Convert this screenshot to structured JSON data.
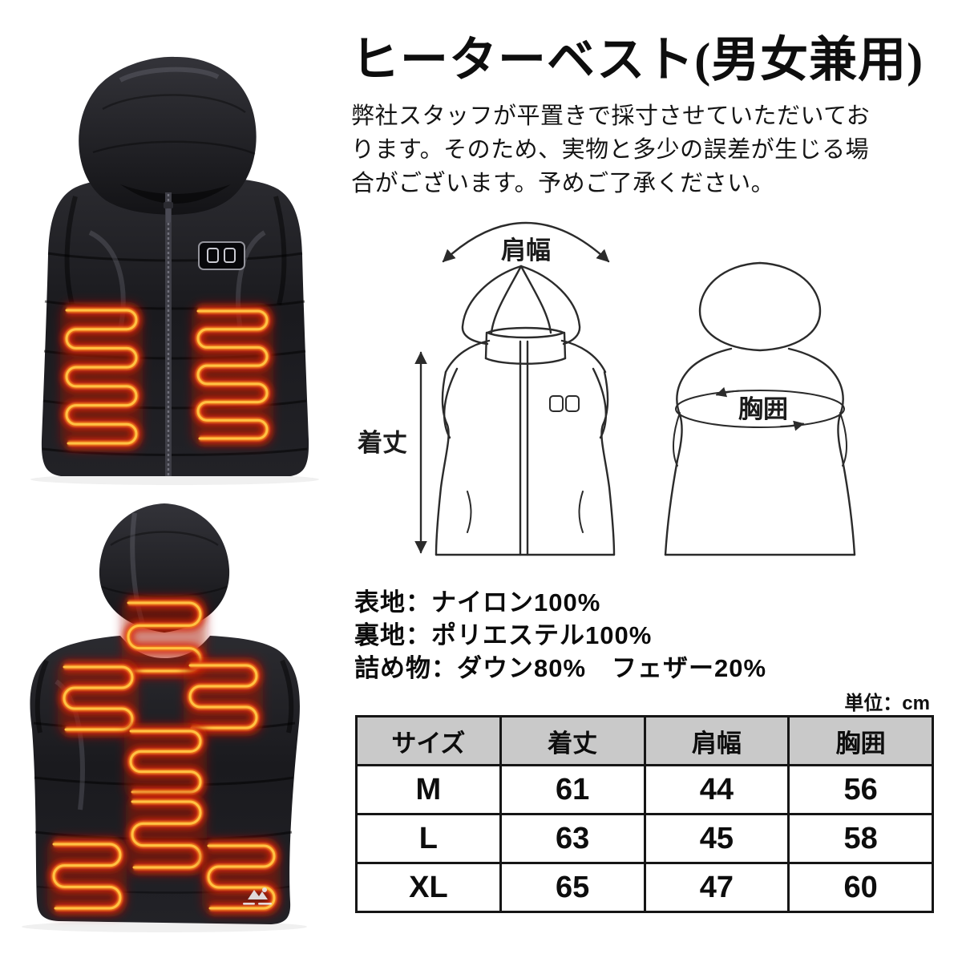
{
  "title": "ヒーターベスト(男女兼用)",
  "description": {
    "lines": [
      "弊社スタッフが平置きで採寸させていただいてお",
      "ります。そのため、実物と多少の誤差が生じる場",
      "合がございます。予めご了承ください。"
    ]
  },
  "diagram": {
    "shoulder_width_label": "肩幅",
    "length_label": "着丈",
    "chest_label": "胸囲"
  },
  "materials": {
    "lines": [
      "表地：ナイロン100%",
      "裏地：ポリエステル100%",
      "詰め物：ダウン80%　フェザー20%"
    ]
  },
  "size_table": {
    "unit_note": "単位：cm",
    "headers": [
      "サイズ",
      "着丈",
      "肩幅",
      "胸囲"
    ],
    "rows": [
      {
        "size": "M",
        "length": "61",
        "shoulder": "44",
        "chest": "56"
      },
      {
        "size": "L",
        "length": "63",
        "shoulder": "45",
        "chest": "58"
      },
      {
        "size": "XL",
        "length": "65",
        "shoulder": "47",
        "chest": "60"
      }
    ]
  },
  "colors": {
    "heat_wire": "#ffc243",
    "heat_mid": "#f07a1a",
    "heat_glow": "#d52108",
    "heat_patch": "#a61408",
    "table_header_bg": "#c9c9c9",
    "line_art": "#2b2b2b"
  }
}
